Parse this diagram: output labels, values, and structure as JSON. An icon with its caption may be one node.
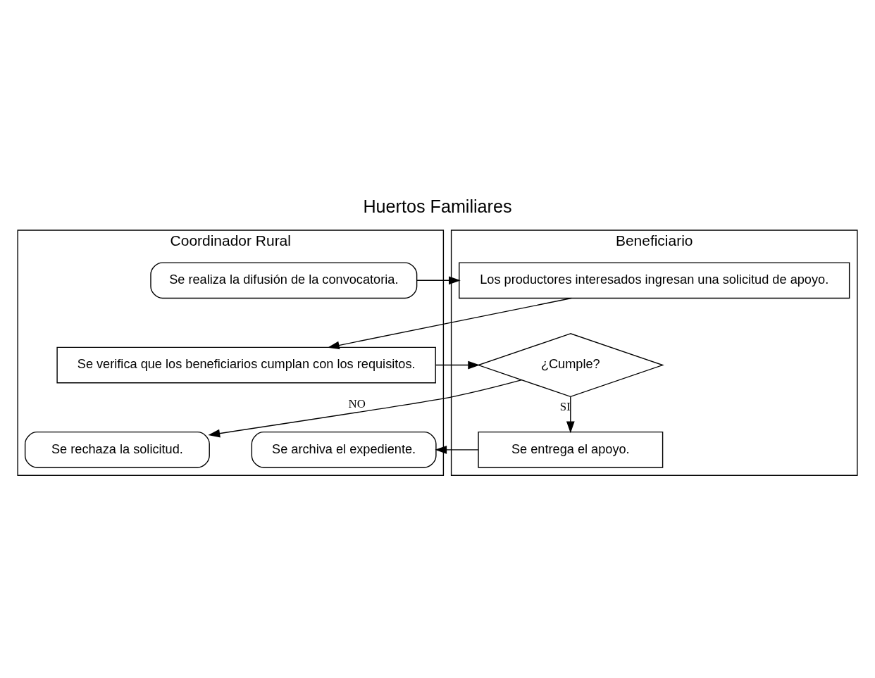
{
  "diagram": {
    "title": "Huertos Familiares",
    "nodes": [
      {
        "text": [
          "Coordinador Rural"
        ]
      },
      {
        "text": [
          "Beneficiario"
        ]
      },
      {
        "text": [
          "Se realiza la difusión de la convocatoria."
        ],
        "in": 0
      },
      {
        "text": [
          "Los productores interesados ingresan una solicitud de apoyo."
        ],
        "in": 1
      },
      {
        "text": [
          "Se verifica que los beneficiarios cumplan con los requisitos."
        ],
        "in": 0
      },
      {
        "text": [
          "¿Cumple?"
        ],
        "in": 1
      },
      {
        "text": [
          "Se archiva el expediente."
        ],
        "in": 0
      },
      {
        "text": [
          "Se entrega el apoyo."
        ],
        "in": 1
      },
      {
        "text": [
          "Se rechaza la solicitud."
        ],
        "in": 0
      }
    ],
    "edges": [
      {
        "from": 2,
        "to": 3,
        "arrow": "to"
      },
      {
        "from": 3,
        "to": 4,
        "arrow": "to"
      },
      {
        "from": 4,
        "to": 5,
        "arrow": "to"
      },
      {
        "from": 5,
        "to": 7,
        "arrow": "to",
        "label": "SI"
      },
      {
        "from": 7,
        "to": 6,
        "arrow": "to"
      },
      {
        "from": 5,
        "to": 8,
        "arrow": "to",
        "label": "NO"
      }
    ]
  }
}
